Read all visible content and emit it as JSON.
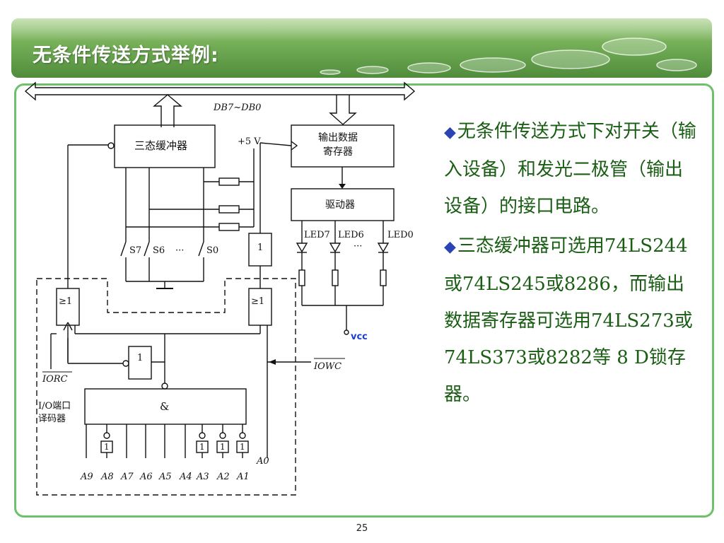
{
  "title": "无条件传送方式举例:",
  "page_number": "25",
  "bullets": [
    "无条件传送方式下对开关（输入设备）和发光二极管（输出设备）的接口电路。",
    "三态缓冲器可选用74LS244或74LS245或8286，而输出数据寄存器可选用74LS273或74LS373或8282等 8 D锁存器。"
  ],
  "diagram": {
    "bus_label": "DB7~DB0",
    "buffer_label": "三态缓冲器",
    "supply_label": "+5 V",
    "register_label_line1": "输出数据",
    "register_label_line2": "寄存器",
    "driver_label": "驱动器",
    "led_labels": [
      "LED7",
      "LED6",
      "···",
      "LED0"
    ],
    "switch_labels": [
      "S7",
      "S6",
      "···",
      "S0"
    ],
    "inverter_label": "1",
    "or_gate_label": "≥1",
    "and_gate_label": "&",
    "vcc_label": "vcc",
    "iorc_label": "IORC",
    "iowc_label": "IOWC",
    "decoder_label_line1": "I/O端口",
    "decoder_label_line2": "译码器",
    "address_labels": [
      "A9",
      "A8",
      "A7",
      "A6",
      "A5",
      "A4",
      "A3",
      "A2",
      "A1"
    ],
    "a0_label": "A0"
  },
  "colors": {
    "title_green": "#5f9b45",
    "frame_green": "#6ec06a",
    "text_green": "#1a5e14",
    "diamond_blue": "#2a44b5",
    "vcc_blue": "#1b3fd6"
  }
}
